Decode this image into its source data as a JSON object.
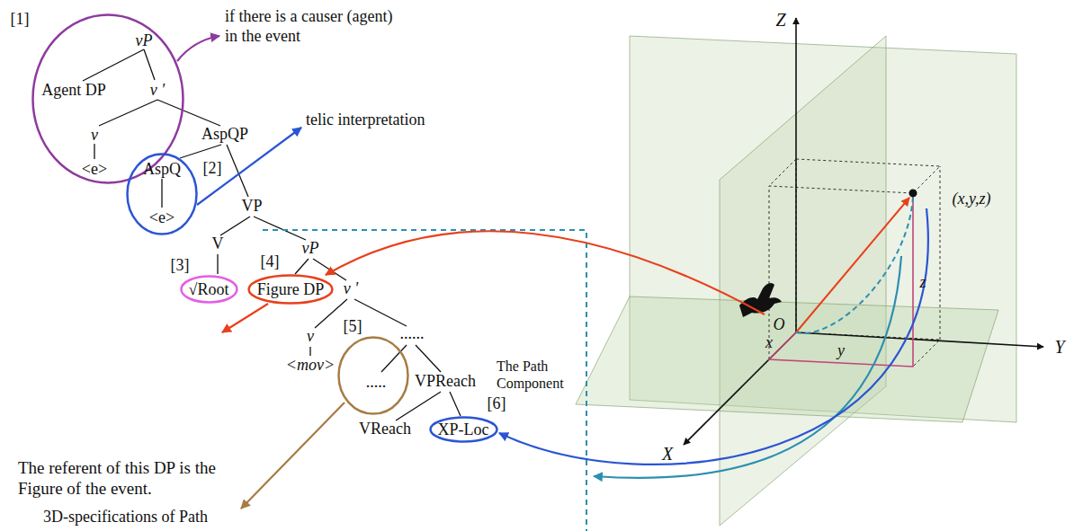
{
  "diagram": {
    "nodes": [
      {
        "text": [
          "vP",
          "Agent DP",
          "v '",
          "v",
          "<e>"
        ]
      },
      {
        "text": [
          "AspQ",
          "<e>"
        ]
      },
      {
        "text": [
          "√Root"
        ]
      },
      {
        "text": [
          "Figure DP"
        ]
      },
      {
        "text": [
          "....."
        ]
      },
      {
        "text": [
          "XP-Loc"
        ]
      }
    ],
    "labels": [
      "[1]",
      "if there is a causer (agent) in the event",
      "AspQP",
      "telic interpretation",
      "[2]",
      "VP",
      "V",
      "[3]",
      "[4]",
      "vP",
      "v '",
      "v",
      "<mov>",
      "[5]",
      "......",
      "VPReach",
      "VReach",
      "[6]",
      "The referent of this DP is the Figure of the event.",
      "3D-specifications of Path",
      "The Path Component",
      "Z",
      "Y",
      "X",
      "O",
      "(x,y,z)",
      "x",
      "y",
      "z"
    ]
  }
}
